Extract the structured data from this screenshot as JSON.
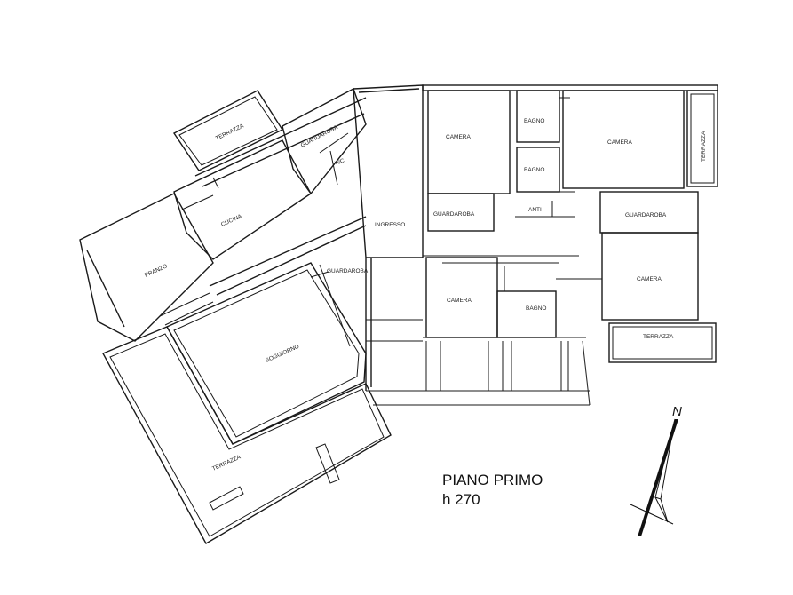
{
  "plan": {
    "title": "PIANO PRIMO",
    "height_label": "h 270",
    "north_label": "N"
  },
  "rooms": {
    "terrazza_nw": "TERRAZZA",
    "guardaroba_nw": "GUARDAROBA",
    "wc": "WC",
    "cucina": "CUCINA",
    "pranzo": "PRANZO",
    "ingresso": "INGRESSO",
    "guardaroba_mid": "GUARDAROBA",
    "soggiorno": "SOGGIORNO",
    "terrazza_sw": "TERRAZZA",
    "camera_1": "CAMERA",
    "bagno_1": "BAGNO",
    "bagno_2": "BAGNO",
    "camera_2": "CAMERA",
    "terrazza_ne": "TERRAZZA",
    "guardaroba_1": "GUARDAROBA",
    "anti": "ANTI",
    "guardaroba_2": "GUARDAROBA",
    "camera_3": "CAMERA",
    "bagno_3": "BAGNO",
    "camera_4": "CAMERA",
    "terrazza_se": "TERRAZZA"
  }
}
